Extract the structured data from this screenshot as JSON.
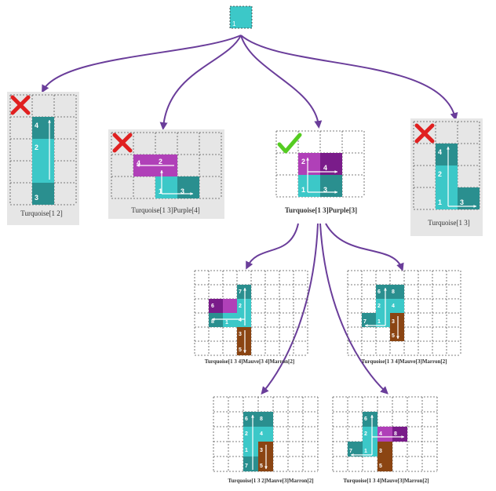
{
  "root": {
    "number": "1"
  },
  "level1": [
    {
      "label": "Turquoise[1 2]",
      "status": "rejected"
    },
    {
      "label": "Turquoise[1 3]Purple[4]",
      "status": "rejected"
    },
    {
      "label": "Turquoise[1 3]Purple[3]",
      "status": "accepted"
    },
    {
      "label": "Turquoise[1 3]",
      "status": "rejected"
    }
  ],
  "level2": [
    {
      "label": "Turquoise[1 3 4]Mauve[3 4]Marron[2]"
    },
    {
      "label": "Turquoise[1 3 4]Mauve[3]Marron[2]"
    }
  ],
  "level3": [
    {
      "label": "Turquoise[1 3 2]Mauve[3]Marron[2]"
    },
    {
      "label": "Turquoise[1 3 4]Mauve[3]Marron[2]"
    }
  ],
  "colors": {
    "turquoise": "#3cc8c8",
    "teal": "#2a8f8f",
    "purple": "#b040b8",
    "dark_purple": "#7a1c8a",
    "brown": "#8b4513",
    "arrow": "#6a3d9a",
    "reject": "#e02020",
    "accept": "#55cc22",
    "grid_bg": "#e6e6e6"
  },
  "cell_numbers": {
    "n1": "1",
    "n2": "2",
    "n3": "3",
    "n4": "4",
    "n5": "5",
    "n6": "6",
    "n7": "7",
    "n8": "8"
  }
}
